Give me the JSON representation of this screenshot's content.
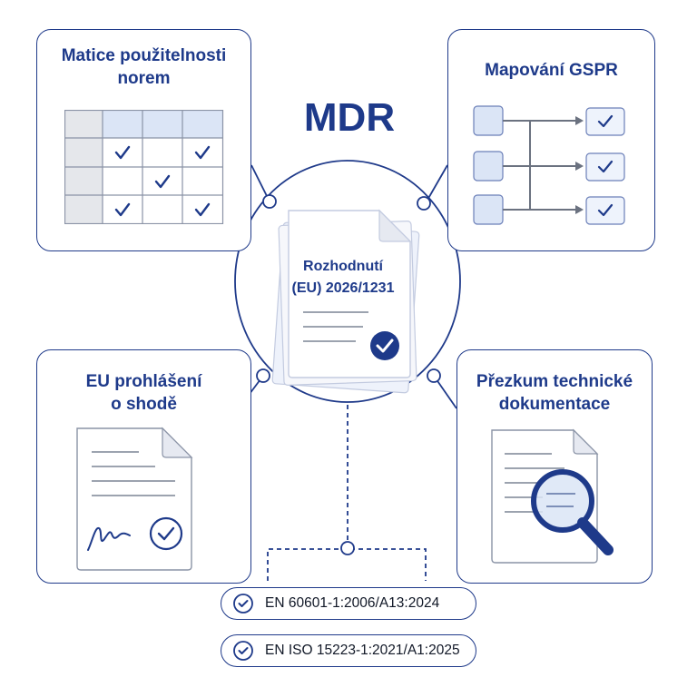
{
  "center": {
    "title": "MDR",
    "document_label_line1": "Rozhodnutí",
    "document_label_line2": "(EU) 2026/1231"
  },
  "cards": {
    "standards_matrix": {
      "title_line1": "Matice použitelnosti",
      "title_line2": "norem",
      "icon": "check-matrix"
    },
    "gspr_mapping": {
      "title_line1": "Mapování GSPR",
      "icon": "mapping-flow"
    },
    "eu_declaration": {
      "title_line1": "EU prohlášení",
      "title_line2": "o shodě",
      "icon": "signed-document"
    },
    "tech_doc_review": {
      "title_line1": "Přezkum technické",
      "title_line2": "dokumentace",
      "icon": "magnifier-document"
    }
  },
  "standards": [
    {
      "label": "EN 60601-1:2006/A13:2024",
      "icon": "check-circle-icon"
    },
    {
      "label": "EN ISO 15223-1:2021/A1:2025",
      "icon": "check-circle-icon"
    }
  ],
  "colors": {
    "primary": "#1e3a8a",
    "accent_light": "#dbe5f6",
    "line": "#1f3a8a"
  }
}
